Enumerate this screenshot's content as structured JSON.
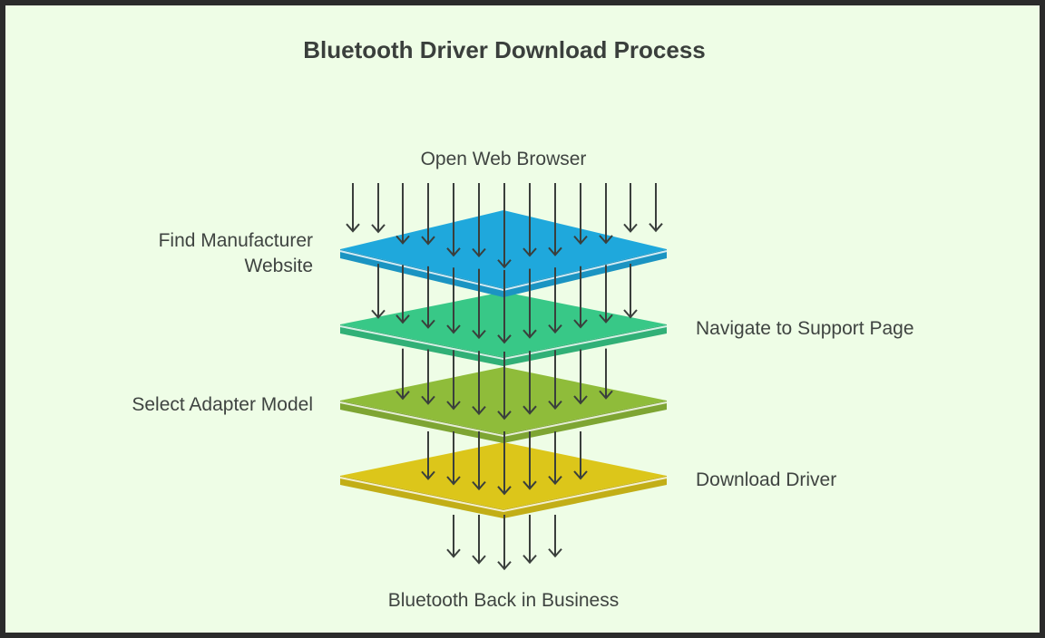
{
  "title": "Bluetooth Driver Download Process",
  "steps": {
    "top": "Open Web Browser",
    "layer1": "Find Manufacturer Website",
    "layer2": "Navigate to Support Page",
    "layer3": "Select Adapter Model",
    "layer4": "Download Driver",
    "bottom": "Bluetooth Back in Business"
  },
  "colors": {
    "background": "#eefde6",
    "layer1": "#1fa8dc",
    "layer2": "#38c887",
    "layer3": "#8fbc3a",
    "layer4": "#dcc61a",
    "arrow": "#3a3f3c"
  }
}
